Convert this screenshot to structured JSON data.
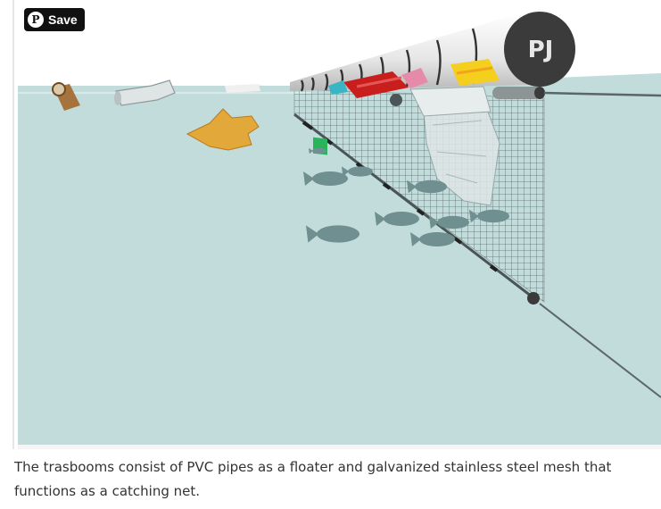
{
  "save_button": {
    "label": "Save",
    "icon": "pinterest-icon"
  },
  "illustration": {
    "pipe_logo": "PJ",
    "colors": {
      "water": "#c2dcdb",
      "pipe": "#f2f2f2",
      "pipe_cap": "#3b3b3b",
      "mesh": "#4a5558",
      "fish": "#6f8f90",
      "bag_yellow": "#e3a83a",
      "bottle_red": "#c81e1e",
      "can_yellow": "#f4cf1d",
      "bag_green": "#29b45c"
    }
  },
  "caption": "The trasbooms consist of PVC pipes as a floater and galvanized stainless steel mesh that functions as a catching net."
}
